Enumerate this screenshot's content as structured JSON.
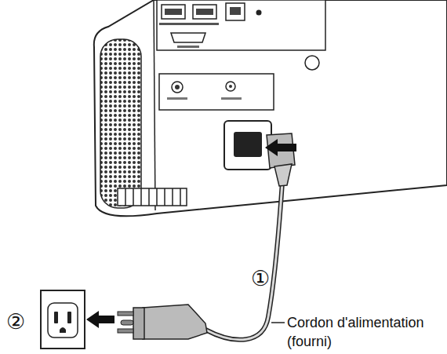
{
  "diagram": {
    "labels": [
      "①",
      "Cordon d'alimentation (fourni)",
      "②"
    ]
  }
}
